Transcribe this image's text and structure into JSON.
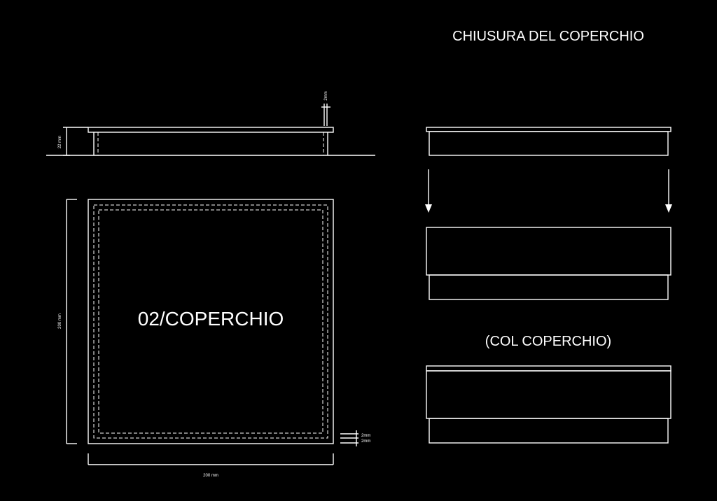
{
  "title": "CHIUSURA DEL COPERCHIO",
  "lid_label": "02/COPERCHIO",
  "closed_label": "(COL COPERCHIO)",
  "dimensions": {
    "height": "22 mm",
    "lip": "2mm",
    "side": "200 mm",
    "bottom": "200 mm",
    "offset_1": "2mm",
    "offset_2": "2mm"
  },
  "colors": {
    "background": "#000000",
    "line": "#ffffff"
  }
}
